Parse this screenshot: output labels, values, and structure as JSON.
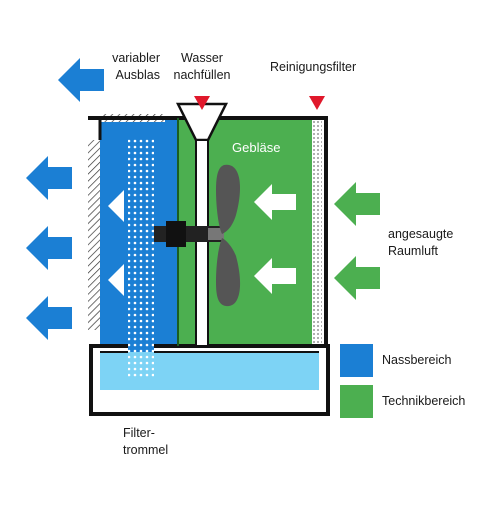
{
  "labels": {
    "variable_outlet": [
      "variabler",
      "Ausblas"
    ],
    "water_refill": [
      "Wasser",
      "nachfüllen"
    ],
    "cleaning_filter": "Reinigungsfilter",
    "fan": "Gebläse",
    "intake_air": [
      "angesaugte",
      "Raumluft"
    ],
    "filter_drum": [
      "Filter-",
      "trommel"
    ]
  },
  "legend": [
    {
      "label": "Nassbereich",
      "color": "#1b7fd4"
    },
    {
      "label": "Technikbereich",
      "color": "#4caf50"
    }
  ],
  "colors": {
    "wet_area": "#1b7fd4",
    "technical_area": "#4caf50",
    "water": "#7dd3f5",
    "frame": "#111111",
    "marker": "#e0182b",
    "airflow_in": "#4caf50",
    "airflow_out": "#1b7fd4",
    "fan_blade": "#555555"
  },
  "icons": [
    "air-outlet-arrow-icon",
    "marker-triangle-icon",
    "air-intake-arrow-icon",
    "fan-blade-icon",
    "funnel-icon"
  ]
}
